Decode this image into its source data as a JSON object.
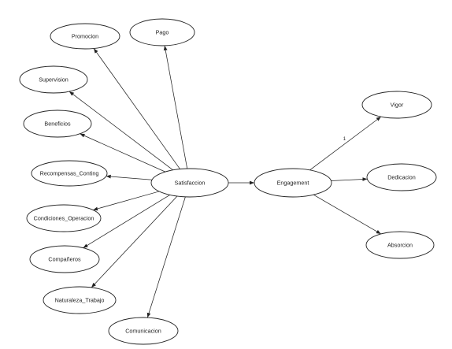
{
  "nodes": [
    {
      "id": "promocion",
      "label": "Promocion"
    },
    {
      "id": "pago",
      "label": "Pago"
    },
    {
      "id": "supervision",
      "label": "Supervision"
    },
    {
      "id": "beneficios",
      "label": "Beneficios"
    },
    {
      "id": "recompensas",
      "label": "Recompensas_Conting"
    },
    {
      "id": "condiciones",
      "label": "Condiciones_Operacion"
    },
    {
      "id": "companeros",
      "label": "Compañeros"
    },
    {
      "id": "naturaleza",
      "label": "Naturaleza_Trabajo"
    },
    {
      "id": "comunicacion",
      "label": "Comunicacion"
    },
    {
      "id": "satisfaccion",
      "label": "Satisfaccion"
    },
    {
      "id": "engagement",
      "label": "Engagement"
    },
    {
      "id": "vigor",
      "label": "Vigor"
    },
    {
      "id": "dedicacion",
      "label": "Dedicacion"
    },
    {
      "id": "absorcion",
      "label": "Absorcion"
    }
  ],
  "edges": [
    {
      "from": "satisfaccion",
      "to": "promocion"
    },
    {
      "from": "satisfaccion",
      "to": "pago"
    },
    {
      "from": "satisfaccion",
      "to": "supervision"
    },
    {
      "from": "satisfaccion",
      "to": "beneficios"
    },
    {
      "from": "satisfaccion",
      "to": "recompensas"
    },
    {
      "from": "satisfaccion",
      "to": "condiciones"
    },
    {
      "from": "satisfaccion",
      "to": "companeros"
    },
    {
      "from": "satisfaccion",
      "to": "naturaleza"
    },
    {
      "from": "satisfaccion",
      "to": "comunicacion"
    },
    {
      "from": "satisfaccion",
      "to": "engagement"
    },
    {
      "from": "engagement",
      "to": "vigor",
      "label": "1"
    },
    {
      "from": "engagement",
      "to": "dedicacion"
    },
    {
      "from": "engagement",
      "to": "absorcion"
    }
  ]
}
